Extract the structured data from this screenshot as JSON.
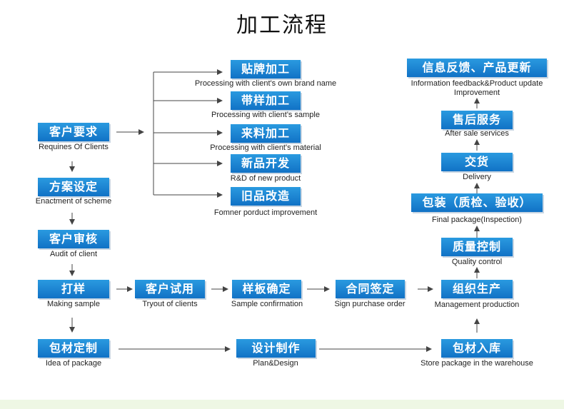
{
  "title": "加工流程",
  "nodes": {
    "oem": {
      "zh": "贴牌加工",
      "en": "Processing with client's own brand name"
    },
    "sample": {
      "zh": "带样加工",
      "en": "Processing with client's sample"
    },
    "material": {
      "zh": "来料加工",
      "en": "Processing with client's material"
    },
    "newproduct": {
      "zh": "新品开发",
      "en": "R&D of new product"
    },
    "oldimprove": {
      "zh": "旧品改造",
      "en": "Fomner porduct improvement"
    },
    "requirement": {
      "zh": "客户要求",
      "en": "Requines Of Clients"
    },
    "scheme": {
      "zh": "方案设定",
      "en": "Enactment of scheme"
    },
    "audit": {
      "zh": "客户审核",
      "en": "Audit of client"
    },
    "making": {
      "zh": "打样",
      "en": "Making sample"
    },
    "tryout": {
      "zh": "客户试用",
      "en": "Tryout of clients"
    },
    "confirm": {
      "zh": "样板确定",
      "en": "Sample confirmation"
    },
    "contract": {
      "zh": "合同签定",
      "en": "Sign purchase order"
    },
    "production": {
      "zh": "组织生产",
      "en": "Management production"
    },
    "package": {
      "zh": "包材定制",
      "en": "Idea of package"
    },
    "plan": {
      "zh": "设计制作",
      "en": "Plan&Design"
    },
    "warehouse": {
      "zh": "包材入库",
      "en": "Store package in the warehouse"
    },
    "quality": {
      "zh": "质量控制",
      "en": "Quality control"
    },
    "finalpack": {
      "zh": "包装（质检、验收）",
      "en": "Final package(Inspection)"
    },
    "delivery": {
      "zh": "交货",
      "en": "Delivery"
    },
    "aftersale": {
      "zh": "售后服务",
      "en": "After sale services"
    },
    "feedback": {
      "zh": "信息反馈、产品更新",
      "en": "Information feedback&Product update\nImprovement"
    }
  },
  "colors": {
    "box": "#1a86d6",
    "line": "#444444",
    "band": "#eef7e4"
  }
}
